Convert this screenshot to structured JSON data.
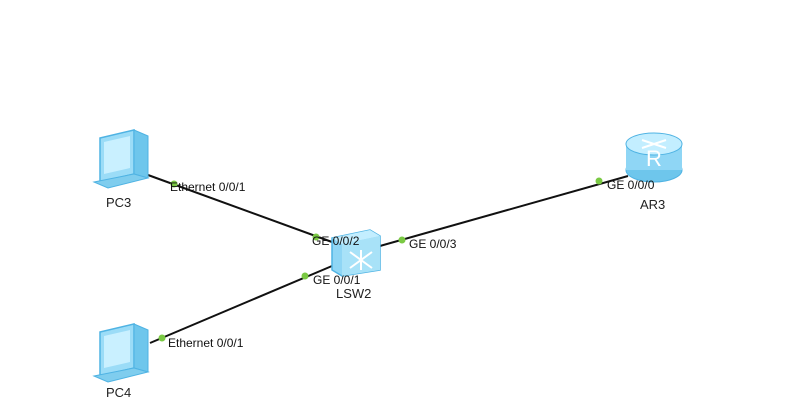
{
  "devices": {
    "pc3": {
      "label": "PC3",
      "icon": "desktop-pc-icon"
    },
    "pc4": {
      "label": "PC4",
      "icon": "desktop-pc-icon"
    },
    "lsw2": {
      "label": "LSW2",
      "icon": "switch-icon"
    },
    "ar3": {
      "label": "AR3",
      "icon": "router-icon"
    }
  },
  "links": [
    {
      "from": "pc3",
      "from_port": "Ethernet 0/0/1",
      "to": "lsw2",
      "to_port": "GE 0/0/2"
    },
    {
      "from": "pc4",
      "from_port": "Ethernet 0/0/1",
      "to": "lsw2",
      "to_port": "GE 0/0/1"
    },
    {
      "from": "lsw2",
      "from_port": "GE 0/0/3",
      "to": "ar3",
      "to_port": "GE 0/0/0"
    }
  ],
  "colors": {
    "link": "#111111",
    "port_dot": "#7ac943",
    "device_fill": "#8fd6f5",
    "device_stroke": "#4fb3e3"
  }
}
